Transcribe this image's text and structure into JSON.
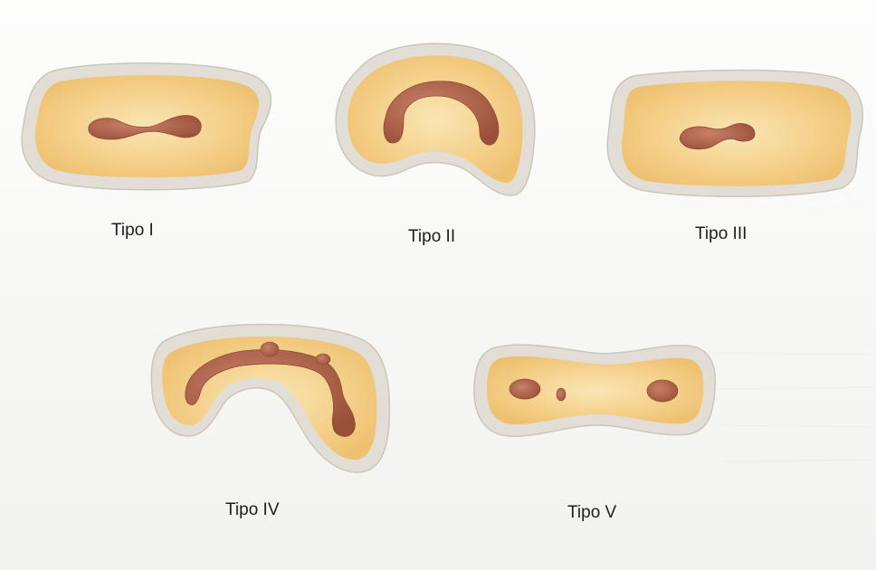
{
  "diagram": {
    "palette": {
      "background": "#fbfbfa",
      "outer_rim": "#d9d5cc",
      "body_fill": "#f3cf85",
      "body_light": "#f9e3ad",
      "canal_fill": "#b8674b",
      "canal_dark": "#8f4a34"
    },
    "labels": {
      "type_1": "Tipo I",
      "type_2": "Tipo II",
      "type_3": "Tipo III",
      "type_4": "Tipo IV",
      "type_5": "Tipo V"
    }
  }
}
